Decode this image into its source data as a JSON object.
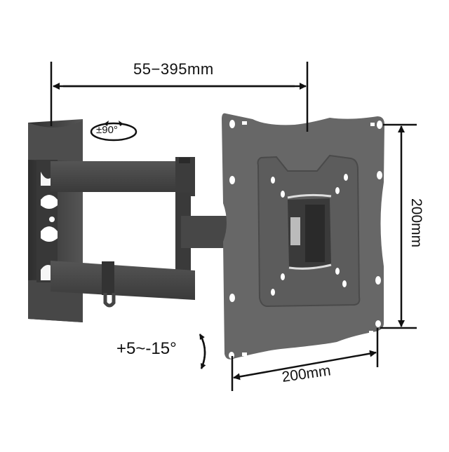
{
  "diagram": {
    "subject": "full-motion TV wall mount bracket",
    "dimensions": {
      "extension": "55−395mm",
      "vesa_vertical": "200mm",
      "vesa_horizontal": "200mm"
    },
    "adjustments": {
      "swivel": "±90°",
      "tilt": "+5~-15°"
    },
    "colors": {
      "metal_dark": "#3c3c3c",
      "metal_mid": "#5a5a5a",
      "plate": "#666666",
      "plate_inner": "#5e5e5e",
      "line": "#111111",
      "background": "#ffffff"
    }
  }
}
